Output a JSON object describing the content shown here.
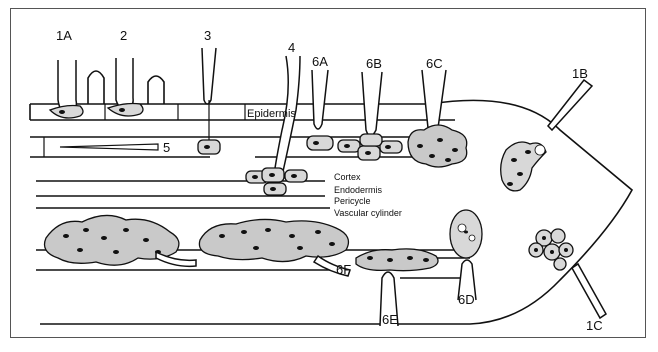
{
  "diagram": {
    "tissue_labels": {
      "epidermis": "Epidermis",
      "cortex": "Cortex",
      "endodermis": "Endodermis",
      "pericycle": "Pericycle",
      "vascular": "Vascular cylinder"
    },
    "markers": {
      "m1a": "1A",
      "m2": "2",
      "m3": "3",
      "m4": "4",
      "m5": "5",
      "m6a": "6A",
      "m6b": "6B",
      "m6c": "6C",
      "m1b": "1B",
      "m6d": "6D",
      "m6e": "6E",
      "m6f": "6F",
      "m1c": "1C"
    }
  }
}
